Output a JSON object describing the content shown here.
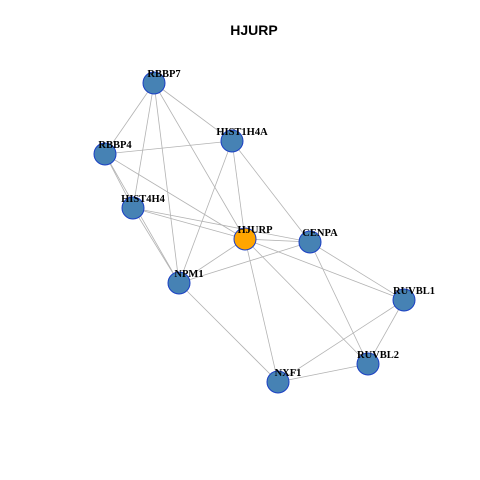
{
  "title": "HJURP",
  "colors": {
    "node_fill": "#4682b4",
    "center_fill": "#ffa500",
    "node_stroke": "#1a3fc4",
    "edge": "#b3b3b3"
  },
  "network": {
    "center": "HJURP",
    "nodes": [
      "RBBP7",
      "HIST1H4A",
      "RBBP4",
      "HIST4H4",
      "HJURP",
      "CENPA",
      "NPM1",
      "RUVBL1",
      "RUVBL2",
      "NXF1"
    ],
    "edges": [
      [
        "RBBP7",
        "RBBP4"
      ],
      [
        "RBBP7",
        "HIST1H4A"
      ],
      [
        "RBBP7",
        "HIST4H4"
      ],
      [
        "RBBP7",
        "HJURP"
      ],
      [
        "RBBP7",
        "NPM1"
      ],
      [
        "RBBP4",
        "HIST1H4A"
      ],
      [
        "RBBP4",
        "HIST4H4"
      ],
      [
        "RBBP4",
        "HJURP"
      ],
      [
        "RBBP4",
        "NPM1"
      ],
      [
        "HIST1H4A",
        "HJURP"
      ],
      [
        "HIST1H4A",
        "CENPA"
      ],
      [
        "HIST1H4A",
        "NPM1"
      ],
      [
        "HIST4H4",
        "HJURP"
      ],
      [
        "HIST4H4",
        "CENPA"
      ],
      [
        "HIST4H4",
        "NPM1"
      ],
      [
        "HJURP",
        "CENPA"
      ],
      [
        "HJURP",
        "NPM1"
      ],
      [
        "HJURP",
        "RUVBL1"
      ],
      [
        "HJURP",
        "RUVBL2"
      ],
      [
        "HJURP",
        "NXF1"
      ],
      [
        "CENPA",
        "NPM1"
      ],
      [
        "CENPA",
        "RUVBL1"
      ],
      [
        "CENPA",
        "RUVBL2"
      ],
      [
        "NPM1",
        "NXF1"
      ],
      [
        "RUVBL1",
        "RUVBL2"
      ],
      [
        "RUVBL1",
        "NXF1"
      ],
      [
        "RUVBL2",
        "NXF1"
      ]
    ]
  }
}
